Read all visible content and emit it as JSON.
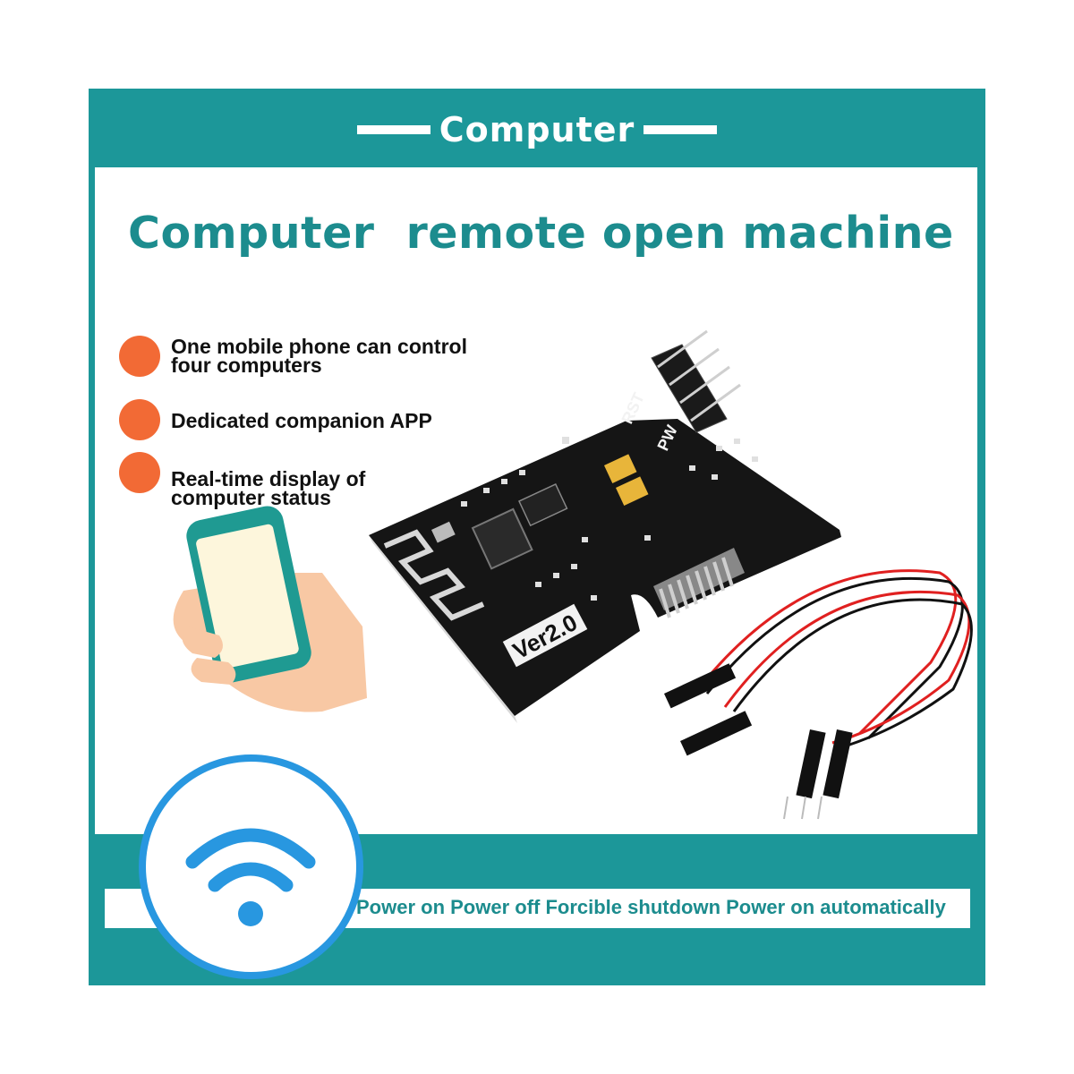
{
  "header": {
    "title": "Computer"
  },
  "main": {
    "title": "Computer  remote open machine"
  },
  "features": [
    {
      "line1": "One mobile phone can control",
      "line2": "four computers"
    },
    {
      "line1": "Dedicated companion APP",
      "line2": ""
    },
    {
      "line1": "Real-time display of",
      "line2": "computer status"
    }
  ],
  "board": {
    "version": "Ver2.0",
    "pin_rst": "RST",
    "pin_pw": "PW"
  },
  "footer": {
    "text": "Power on Power off Forcible shutdown Power on automatically"
  },
  "colors": {
    "teal": "#1c9799",
    "orange": "#f26a35",
    "blue": "#2897e0"
  },
  "icons": [
    "phone-in-hand-icon",
    "wifi-icon"
  ]
}
